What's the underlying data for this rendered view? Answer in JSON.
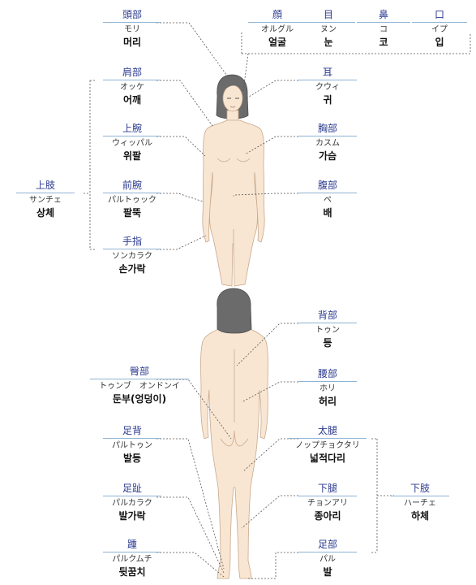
{
  "labels": [
    {
      "id": "head",
      "jp": "頭部",
      "kana": "モリ",
      "ko": "머리"
    },
    {
      "id": "face",
      "jp": "顔",
      "kana": "オルグル",
      "ko": "얼굴"
    },
    {
      "id": "eye",
      "jp": "目",
      "kana": "ヌン",
      "ko": "눈"
    },
    {
      "id": "nose",
      "jp": "鼻",
      "kana": "コ",
      "ko": "코"
    },
    {
      "id": "mouth",
      "jp": "口",
      "kana": "イプ",
      "ko": "입"
    },
    {
      "id": "shoulder",
      "jp": "肩部",
      "kana": "オッケ",
      "ko": "어깨"
    },
    {
      "id": "ear",
      "jp": "耳",
      "kana": "クウィ",
      "ko": "귀"
    },
    {
      "id": "upper-arm",
      "jp": "上腕",
      "kana": "ウィッパル",
      "ko": "위팔"
    },
    {
      "id": "chest",
      "jp": "胸部",
      "kana": "カスム",
      "ko": "가슴"
    },
    {
      "id": "upper-body",
      "jp": "上肢",
      "kana": "サンチェ",
      "ko": "상체"
    },
    {
      "id": "forearm",
      "jp": "前腕",
      "kana": "パルトゥック",
      "ko": "팔뚝"
    },
    {
      "id": "abdomen",
      "jp": "腹部",
      "kana": "ペ",
      "ko": "배"
    },
    {
      "id": "finger",
      "jp": "手指",
      "kana": "ソンカラク",
      "ko": "손가락"
    },
    {
      "id": "back",
      "jp": "背部",
      "kana": "トゥン",
      "ko": "등"
    },
    {
      "id": "waist",
      "jp": "腰部",
      "kana": "ホリ",
      "ko": "허리"
    },
    {
      "id": "buttocks",
      "jp": "臀部",
      "kana": "トゥンブ　オンドンイ",
      "ko": "둔부(엉덩이)"
    },
    {
      "id": "thigh",
      "jp": "太腿",
      "kana": "ノップチョクタリ",
      "ko": "넓적다리"
    },
    {
      "id": "instep",
      "jp": "足背",
      "kana": "パルトゥン",
      "ko": "발등"
    },
    {
      "id": "toe",
      "jp": "足趾",
      "kana": "パルカラク",
      "ko": "발가락"
    },
    {
      "id": "calf",
      "jp": "下腿",
      "kana": "チョンアリ",
      "ko": "종아리"
    },
    {
      "id": "lower-body",
      "jp": "下肢",
      "kana": "ハーチェ",
      "ko": "하체"
    },
    {
      "id": "heel",
      "jp": "踵",
      "kana": "パルクムチ",
      "ko": "뒷꿈치"
    },
    {
      "id": "foot",
      "jp": "足部",
      "kana": "パル",
      "ko": "발"
    }
  ],
  "colors": {
    "japanese_label": "#2b3a8f",
    "label_rule": "#8fb3d4",
    "leader_line": "#555555",
    "skin": "#f8e6d2",
    "skin_outline": "#c9a98e",
    "hair": "#6b6b6b"
  }
}
